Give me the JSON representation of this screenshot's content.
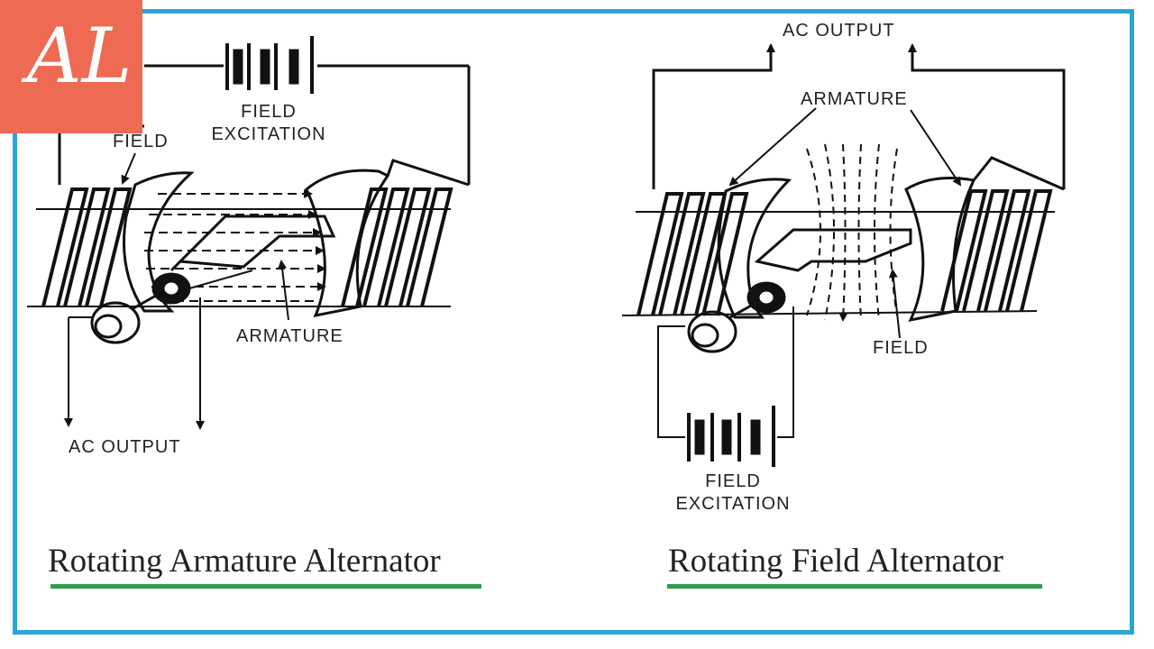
{
  "logo": {
    "text": "AL"
  },
  "left": {
    "field_excitation": [
      "FIELD",
      "EXCITATION"
    ],
    "field": "FIELD",
    "armature": "ARMATURE",
    "ac_output": "AC  OUTPUT",
    "caption": "Rotating Armature Alternator"
  },
  "right": {
    "ac_output": "AC  OUTPUT",
    "armature": "ARMATURE",
    "field": "FIELD",
    "field_excitation": [
      "FIELD",
      "EXCITATION"
    ],
    "caption": "Rotating Field Alternator"
  },
  "colors": {
    "frame": "#2aa6d6",
    "logo": "#ee6a52",
    "underline": "#2e9e4f"
  }
}
